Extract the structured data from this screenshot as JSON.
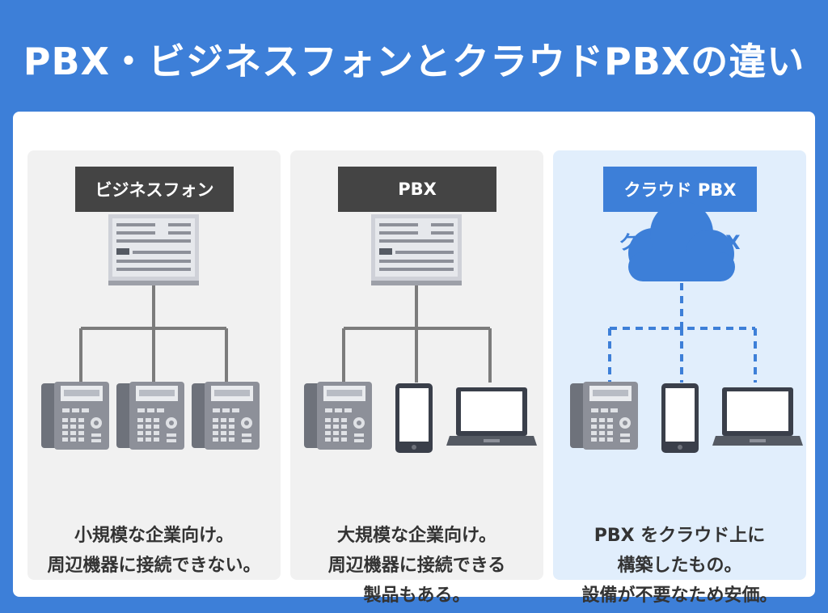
{
  "title": "PBX・ビジネスフォンとクラウドPBXの違い",
  "colors": {
    "brand_blue": "#3d7fd8",
    "dark_label": "#444444",
    "panel_gray": "#f1f1f1",
    "panel_cloud": "#e1eefc",
    "device_gray": "#8d9099"
  },
  "panels": [
    {
      "label": "ビジネスフォン",
      "device_title": "主装置",
      "caption": [
        "小規模な企業向け。",
        "周辺機器に接続できない。"
      ]
    },
    {
      "label": "PBX",
      "device_title": "PBX",
      "caption": [
        "大規模な企業向け。",
        "周辺機器に接続できる",
        "製品もある。"
      ]
    },
    {
      "label": "クラウド PBX",
      "device_title": "クラウドPBX",
      "caption": [
        "PBX をクラウド上に",
        "構築したもの。",
        "設備が不要なため安価。"
      ]
    }
  ],
  "icons": [
    "server-unit",
    "desk-phone",
    "smartphone",
    "laptop",
    "cloud"
  ]
}
